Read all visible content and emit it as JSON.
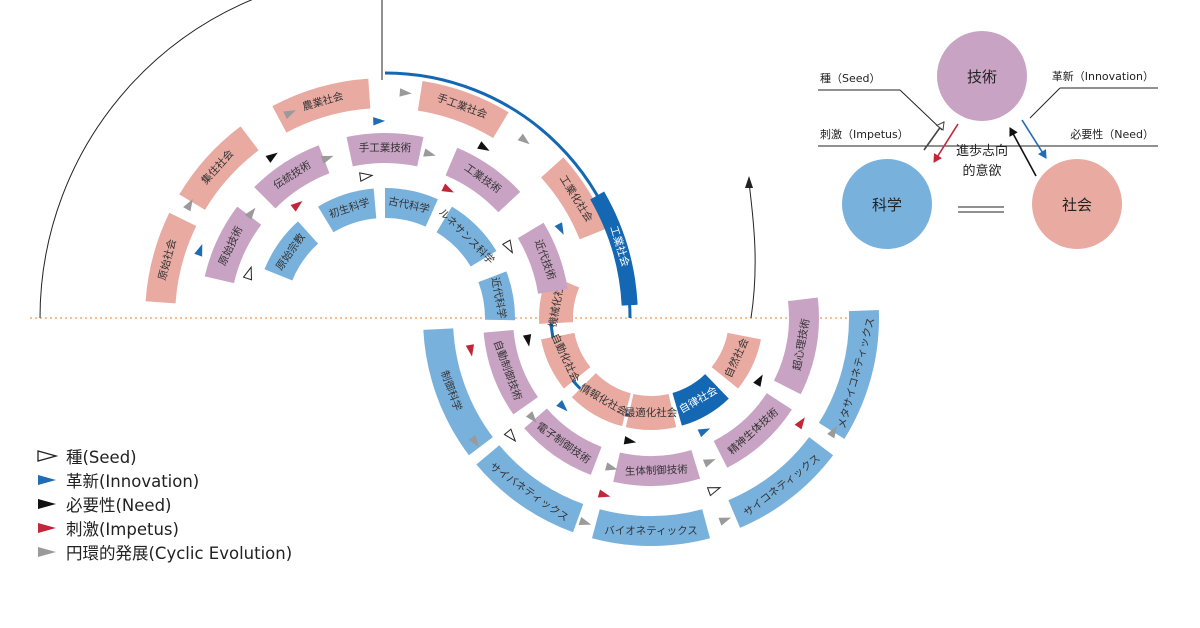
{
  "colors": {
    "society": "#e8aaa1",
    "technology": "#c9a3c4",
    "science": "#79b1dd",
    "highlight": "#1467b3",
    "seed": "#ffffff",
    "innovation": "#1f6cb5",
    "need": "#111111",
    "impetus": "#c3263a",
    "cyclic": "#9a9a9a",
    "divider": "#f09a55",
    "tech_circle": "#c9a3c4",
    "science_circle": "#79b1dd",
    "society_circle": "#e8aaa1"
  },
  "society_stages": [
    "原始社会",
    "集住社会",
    "農業社会",
    "手工業社会",
    "工業化社会",
    "機械化社会",
    "自動化社会",
    "情報化社会",
    "最適化社会",
    "自律社会",
    "自然社会"
  ],
  "highlight_band_label": "工業社会",
  "technology_stages": [
    "原始技術",
    "伝統技術",
    "手工業技術",
    "工業技術",
    "近代技術",
    "自動制御技術",
    "電子制御技術",
    "生体制御技術",
    "精神生体技術",
    "超心理技術"
  ],
  "science_stages": [
    "原始宗教",
    "初生科学",
    "古代科学",
    "ルネサンス科学",
    "近代科学",
    "制御科学",
    "サイバネティックス",
    "バイオネティックス",
    "サイコネティックス",
    "メタサイコネティックス"
  ],
  "triangle": {
    "tech": "技術",
    "science": "科学",
    "society": "社会",
    "center_line1": "進歩志向",
    "center_line2": "的意欲",
    "seed": "種（Seed）",
    "innovation": "革新（Innovation）",
    "impetus": "刺激（Impetus）",
    "need": "必要性（Need）"
  },
  "legend": [
    {
      "key": "seed",
      "label": "種(Seed)"
    },
    {
      "key": "innovation",
      "label": "革新(Innovation)"
    },
    {
      "key": "need",
      "label": "必要性(Need)"
    },
    {
      "key": "impetus",
      "label": "刺激(Impetus)"
    },
    {
      "key": "cyclic",
      "label": "円環的発展(Cyclic Evolution)"
    }
  ]
}
